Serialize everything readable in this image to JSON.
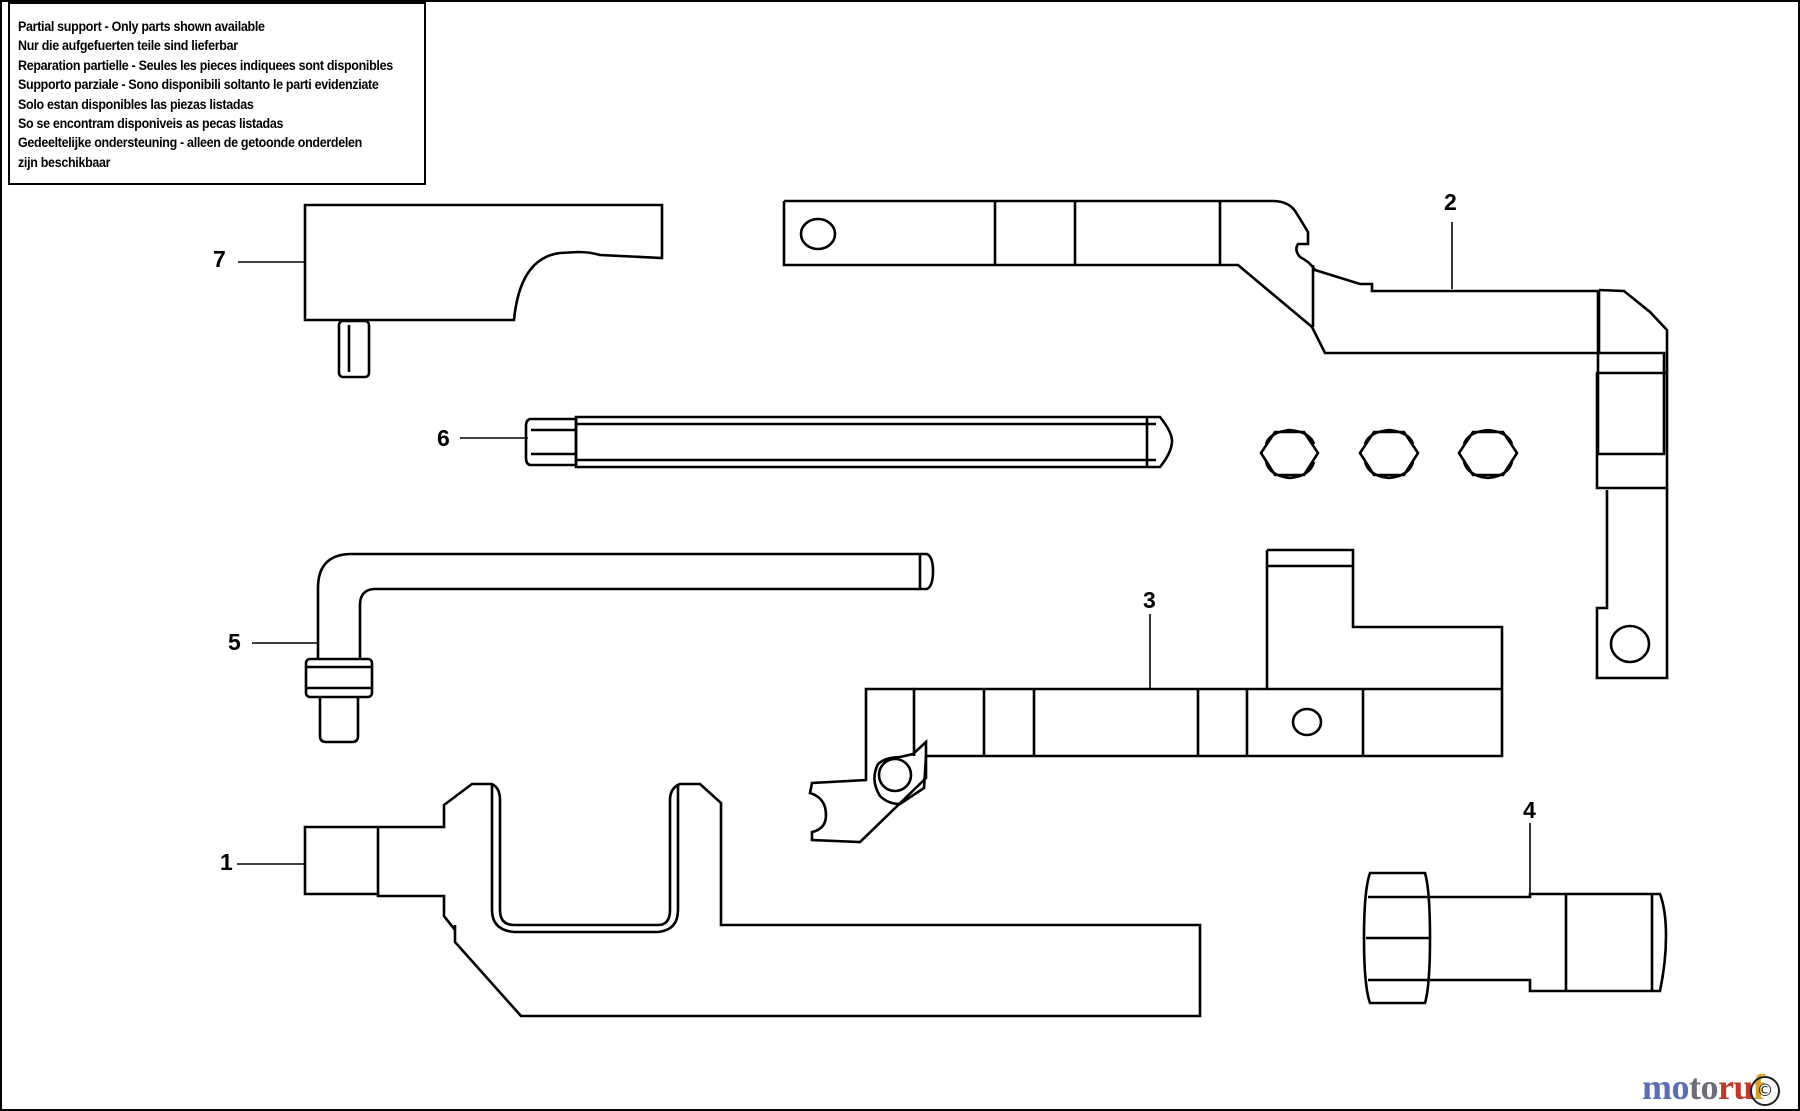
{
  "notice": {
    "lines": [
      "Partial support - Only parts shown available",
      "Nur die aufgefuerten teile sind lieferbar",
      "Reparation partielle - Seules les pieces indiquees sont disponibles",
      "Supporto parziale - Sono disponibili soltanto le parti evidenziate",
      "Solo estan disponibles las piezas listadas",
      "So se encontram disponiveis as pecas listadas",
      "Gedeeltelijke ondersteuning - alleen de getoonde onderdelen",
      "zijn beschikbaar"
    ]
  },
  "callouts": {
    "c1": "1",
    "c2": "2",
    "c3": "3",
    "c4": "4",
    "c5": "5",
    "c6": "6",
    "c7": "7"
  },
  "watermark": {
    "part1": "mo",
    "part2": "to",
    "part3": "ru",
    "part4": "f"
  },
  "copyright_symbol": "©"
}
